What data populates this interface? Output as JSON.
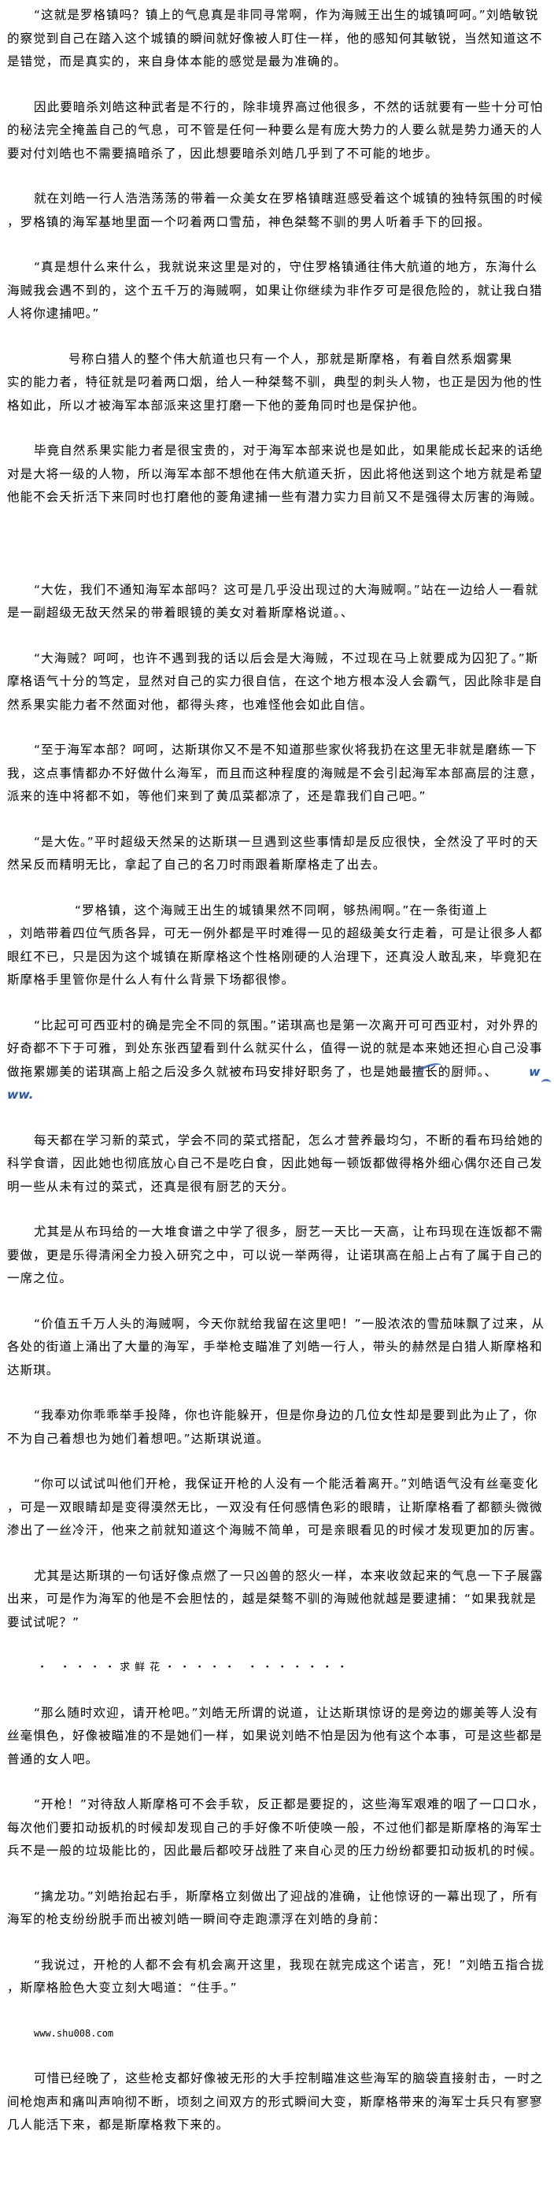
{
  "article": {
    "paragraphs": [
      "“这就是罗格镇吗？镇上的气息真是非同寻常啊，作为海贼王出生的城镇呵呵。”刘皓敏锐的察觉到自己在踏入这个城镇的瞬间就好像被人盯住一样，他的感知何其敏锐，当然知道这不是错觉，而是真实的，来自身体本能的感觉是最为准确的。",
      "因此要暗杀刘皓这种武者是不行的，除非境界高过他很多，不然的话就要有一些十分可怕的秘法完全掩盖自己的气息，可不管是任何一种要么是有庞大势力的人要么就是势力通天的人要对付刘皓也不需要搞暗杀了，因此想要暗杀刘皓几乎到了不可能的地步。",
      "就在刘皓一行人浩浩荡荡的带着一众美女在罗格镇瞎逛感受着这个城镇的独特氛围的时候，罗格镇的海军基地里面一个叼着两口雪茄，神色桀骜不驯的男人听着手下的回报。",
      "“真是想什么来什么，我就说来这里是对的，守住罗格镇通往伟大航道的地方，东海什么海贼我会遇不到的，这个五千万的海贼啊，如果让你继续为非作歹可是很危险的，就让我白猎人将你逮捕吧。”",
      {
        "lead": "号称白猎人的整个伟大航道也只有一个人，那就是斯摩格，有着自然系烟雾果",
        "rest": "实的能力者，特征就是叼着两口烟，给人一种桀骜不驯，典型的刺头人物，也正是因为他的性格如此，所以才被海军本部派来这里打磨一下他的菱角同时也是保护他。"
      },
      "毕竟自然系果实能力者是很宝贵的，对于海军本部来说也是如此，如果能成长起来的话绝对是大将一级的人物，所以海军本部不想他在伟大航道夭折，因此将他送到这个地方就是希望他能不会夭折活下来同时也打磨他的菱角逮捕一些有潜力实力目前又不是强得太厉害的海贼。",
      "“大佐，我们不通知海军本部吗？这可是几乎没出现过的大海贼啊。”站在一边给人一看就是一副超级无敌天然呆的带着眼镜的美女对着斯摩格说道。、",
      "“大海贼？呵呵，也许不遇到我的话以后会是大海贼，不过现在马上就要成为囚犯了。”斯摩格语气十分的笃定，显然对自己的实力很自信，在这个地方根本没人会霸气，因此除非是自然系果实能力者不然面对他，都得头疼，也难怪他会如此自信。",
      "“至于海军本部？呵呵，达斯琪你又不是不知道那些家伙将我扔在这里无非就是磨练一下我，这点事情都办不好做什么海军，而且而这种程度的海贼是不会引起海军本部高层的注意，派来的连中将都不如，等他们来到了黄瓜菜都凉了，还是靠我们自己吧。”",
      "“是大佐。”平时超级天然呆的达斯琪一旦遇到这些事情却是反应很快，全然没了平时的天然呆反而精明无比，拿起了自己的名刀时雨跟着斯摩格走了出去。",
      {
        "lead": "“罗格镇，这个海贼王出生的城镇果然不同啊，够热闹啊。”在一条街道上",
        "rest": "，刘皓带着四位气质各异，可无一例外都是平时难得一见的超级美女行走着，可是让很多人都眼红不已，只是因为这个城镇在斯摩格这个性格刚硬的人治理下，还真没人敢乱来，毕竟犯在斯摩格手里管你是什么人有什么背景下场都很惨。"
      },
      "“比起可可西亚村的确是完全不同的氛围。”诺琪高也是第一次离开可可西亚村，对外界的好奇都不下于可雅，到处东张西望看到什么就买什么，值得一说的就是本来她还担心自己没事做拖累娜美的诺琪高上船之后没多久就被布玛安排好职务了，也是她最擅长的厨师。、",
      "每天都在学习新的菜式，学会不同的菜式搭配，怎么才营养最均匀，不断的看布玛给她的科学食谱，因此她也彻底放心自己不是吃白食，因此她每一顿饭都做得格外细心偶尔还自己发明一些从未有过的菜式，还真是很有厨艺的天分。",
      "尤其是从布玛给的一大堆食谱之中学了很多，厨艺一天比一天高，让布玛现在连饭都不需要做，更是乐得清闲全力投入研究之中，可以说一举两得，让诺琪高在船上占有了属于自己的一席之位。",
      "“价值五千万人头的海贼啊，今天你就给我留在这里吧！”一股浓浓的雪茄味飘了过来，从各处的街道上涌出了大量的海军，手举枪支瞄准了刘皓一行人，带头的赫然是白猎人斯摩格和达斯琪。",
      "“我奉劝你乖乖举手投降，你也许能躲开，但是你身边的几位女性却是要到此为止了，你不为自己着想也为她们着想吧。”达斯琪说道。",
      "“你可以试试叫他们开枪，我保证开枪的人没有一个能活着离开。”刘皓语气没有丝毫变化，可是一双眼睛却是变得漠然无比，一双没有任何感情色彩的眼睛，让斯摩格看了都额头微微渗出了一丝冷汗，他来之前就知道这个海贼不简单，可是亲眼看见的时候才发现更加的厉害。",
      "尤其是达斯琪的一句话好像点燃了一只凶兽的怒火一样，本来收敛起来的气息一下子展露出来，可是作为海军的他是不会胆怯的，越是桀骜不驯的海贼他就越是要逮捕：“如果我就是要试试呢？”",
      "・ ・・・・求鲜花・・・・・ ・・・・・・・",
      "“那么随时欢迎，请开枪吧。”刘皓无所谓的说道，让达斯琪惊讶的是旁边的娜美等人没有丝毫惧色，好像被瞄准的不是她们一样，如果说刘皓不怕是因为他有这个本事，可是这些都是普通的女人吧。",
      "“开枪！”对待敌人斯摩格可不会手软，反正都是要捉的，这些海军艰难的咽了一口口水，每次他们要扣动扳机的时候却发现自己的手好像不听使唤一般，不过他们都是斯摩格的海军士兵不是一般的垃圾能比的，因此最后都咬牙战胜了来自心灵的压力纷纷都要扣动扳机的时候。",
      "“擒龙功。”刘皓抬起右手，斯摩格立刻做出了迎战的准确，让他惊讶的一幕出现了，所有海军的枪支纷纷脱手而出被刘皓一瞬间夺走跑漂浮在刘皓的身前：",
      "“我说过，开枪的人都不会有机会离开这里，我现在就完成这个诺言，死！”刘皓五指合拢，斯摩格脸色大变立刻大喝道：“住手。”",
      "www.shu008.com",
      "可惜已经晚了，这些枪支都好像被无形的大手控制瞄准这些海军的脑袋直接射击，一时之间枪炮声和痛叫声响彻不断，顷刻之间双方的形式瞬间大变，斯摩格带来的海军士兵只有寥寥几人能活下来，都是斯摩格救下来的。"
    ],
    "watermark_text": "www.",
    "watermark_color": "#2a55a8"
  }
}
